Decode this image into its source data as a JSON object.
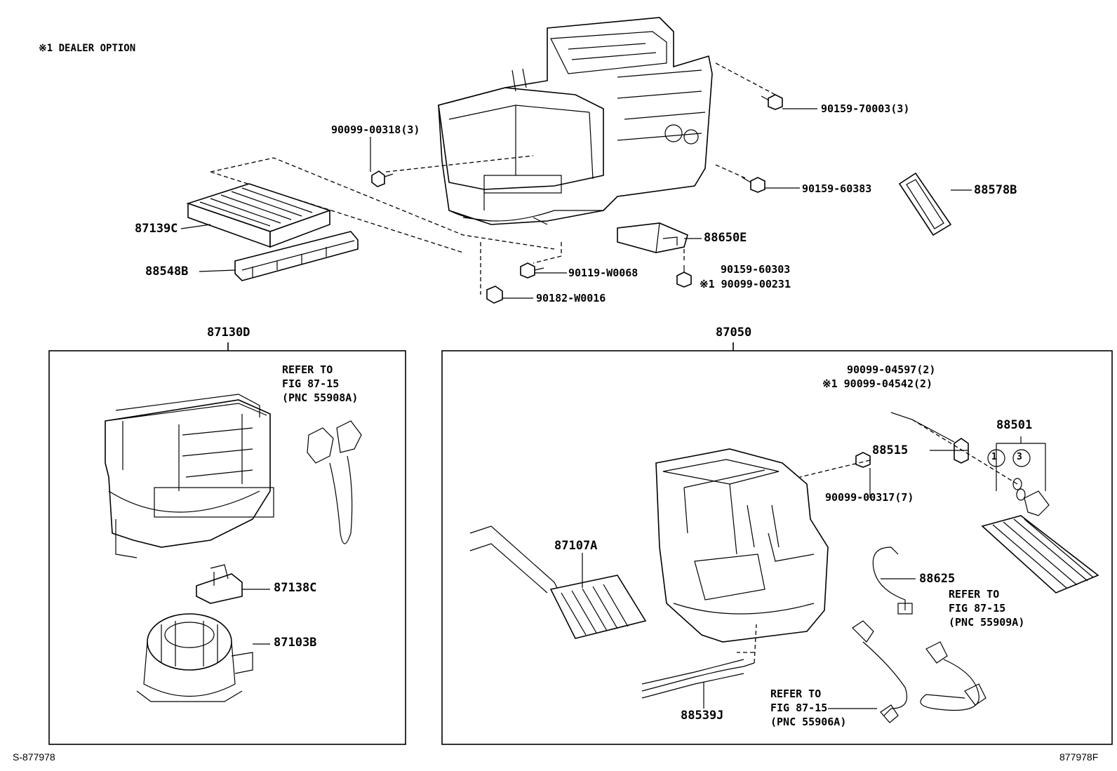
{
  "header_note": "※1 DEALER OPTION",
  "footer_left": "S-877978",
  "footer_right": "877978F",
  "group_labels": {
    "blower": "87130D",
    "heater": "87050"
  },
  "parts": {
    "p90159_70003": "90159-70003(3)",
    "p90099_00318": "90099-00318(3)",
    "p90159_60383": "90159-60383",
    "p88578B": "88578B",
    "p87139C": "87139C",
    "p88650E": "88650E",
    "p88548B": "88548B",
    "p90119_W0068": "90119-W0068",
    "p90159_60303": "90159-60303",
    "p90099_00231": "※1 90099-00231",
    "p90182_W0016": "90182-W0016",
    "p87138C": "87138C",
    "p87103B": "87103B",
    "p90099_04597": "90099-04597(2)",
    "p90099_04542": "※1 90099-04542(2)",
    "p88501": "88501",
    "p88515": "88515",
    "p90099_00317": "90099-00317(7)",
    "p87107A": "87107A",
    "p88625": "88625",
    "p88539J": "88539J"
  },
  "refer_blocks": {
    "blower": [
      "REFER TO",
      "FIG 87-15",
      "(PNC 55908A)"
    ],
    "heater_right": [
      "REFER TO",
      "FIG 87-15",
      "(PNC 55909A)"
    ],
    "heater_bottom": [
      "REFER TO",
      "FIG 87-15",
      "(PNC 55906A)"
    ]
  },
  "circled_refs": [
    "1",
    "3"
  ]
}
